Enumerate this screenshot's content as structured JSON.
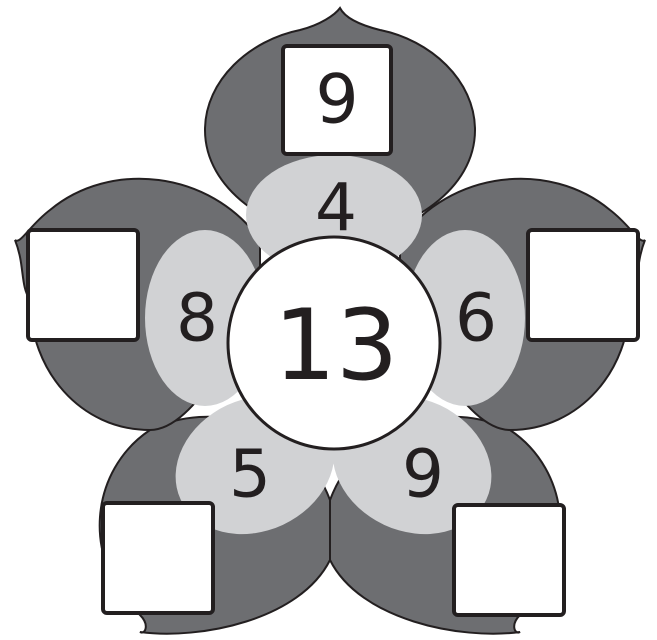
{
  "puzzle": {
    "center_number": "13",
    "inner_numbers": [
      "4",
      "6",
      "9",
      "5",
      "8"
    ],
    "outer_boxes": [
      "9",
      "",
      "",
      "",
      ""
    ]
  },
  "colors": {
    "outer_petal": "#6d6e71",
    "inner_petal": "#d1d2d4",
    "outline": "#231f20",
    "box_fill": "#ffffff"
  }
}
